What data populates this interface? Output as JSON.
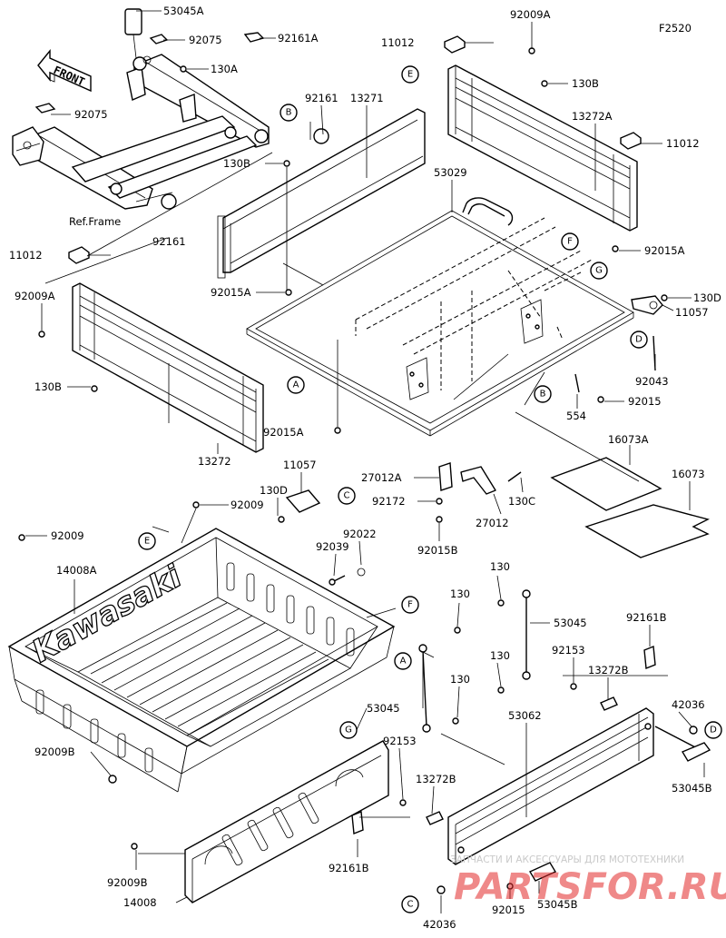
{
  "diagram_code": "F2520",
  "front_sign": "FRONT",
  "ref_frame": "Ref.Frame",
  "brand_text": "Kawasaki",
  "watermark": {
    "top_line": "ЗАПЧАСТИ И АКСЕССУАРЫ ДЛЯ МОТОТЕХНИКИ",
    "brand": "PARTSFOR.RU"
  },
  "callout_letters": [
    "A",
    "B",
    "C",
    "D",
    "E",
    "F",
    "G"
  ],
  "part_labels": [
    "53045A",
    "92075",
    "92161A",
    "130A",
    "92009A",
    "11012",
    "130B",
    "92161",
    "13271",
    "92075",
    "130B",
    "13272A",
    "11012",
    "92161",
    "53029",
    "11012",
    "92009A",
    "92015A",
    "92015A",
    "130D",
    "11057",
    "130B",
    "92043",
    "554",
    "92015",
    "92015A",
    "13272",
    "16073A",
    "16073",
    "11057",
    "130D",
    "27012A",
    "92172",
    "130C",
    "27012",
    "92015B",
    "92009",
    "92009",
    "14008A",
    "92022",
    "92039",
    "130",
    "130",
    "53045",
    "92161B",
    "92153",
    "130",
    "13272B",
    "130",
    "53045",
    "42036",
    "53062",
    "92009B",
    "92153",
    "13272B",
    "53045B",
    "92161B",
    "92009B",
    "14008",
    "42036",
    "92015",
    "53045B"
  ],
  "colors": {
    "line": "#000000",
    "background": "#ffffff",
    "watermark": "#e02828"
  }
}
